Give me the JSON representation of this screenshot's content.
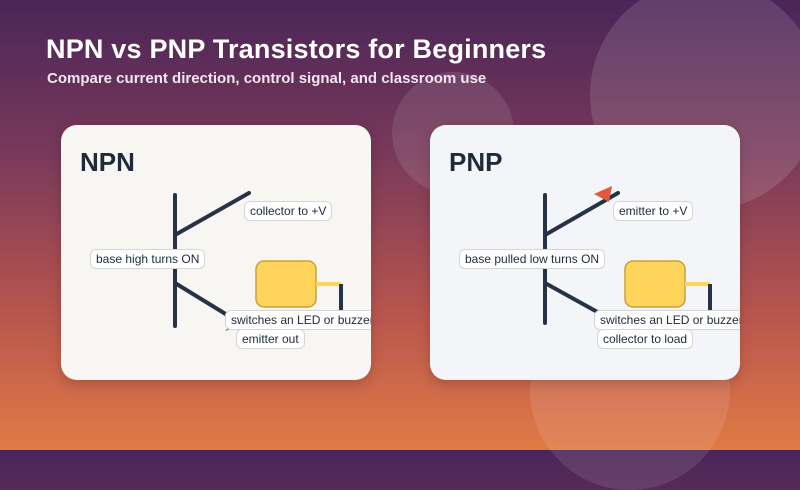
{
  "header": {
    "title": "NPN vs PNP Transistors for Beginners",
    "subtitle": "Compare current direction, control signal, and classroom use"
  },
  "cards": [
    {
      "type": "NPN",
      "labels": {
        "collector": "collector to +V",
        "base": "base high turns ON",
        "load": "switches an LED or buzzer",
        "emitter": "emitter out"
      },
      "arrow_color": "#3aa26a"
    },
    {
      "type": "PNP",
      "labels": {
        "emitter": "emitter to +V",
        "base": "base pulled low turns ON",
        "load": "switches an LED or buzzer",
        "collector": "collector to load"
      },
      "arrow_color": "#e0583c"
    }
  ],
  "colors": {
    "lead": "#273244",
    "load_fill": "#ffd45a",
    "load_border": "#c9a13a",
    "wire": "#ffd45a"
  }
}
